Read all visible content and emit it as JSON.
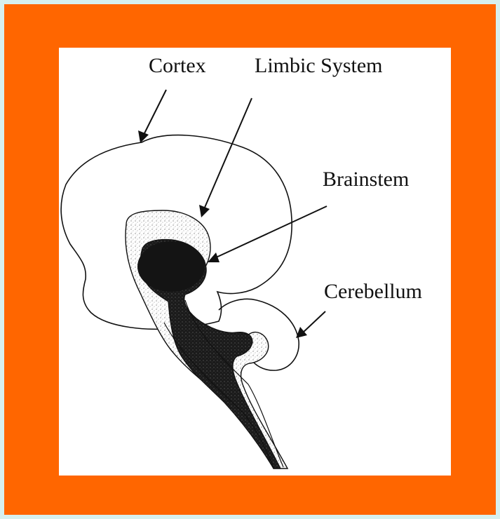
{
  "diagram": {
    "labels": {
      "cortex": "Cortex",
      "limbic_system": "Limbic System",
      "brainstem": "Brainstem",
      "cerebellum": "Cerebellum"
    }
  },
  "colors": {
    "background": "#d7f0ee",
    "frame": "#ff6600",
    "panel": "#ffffff",
    "ink": "#111111"
  }
}
